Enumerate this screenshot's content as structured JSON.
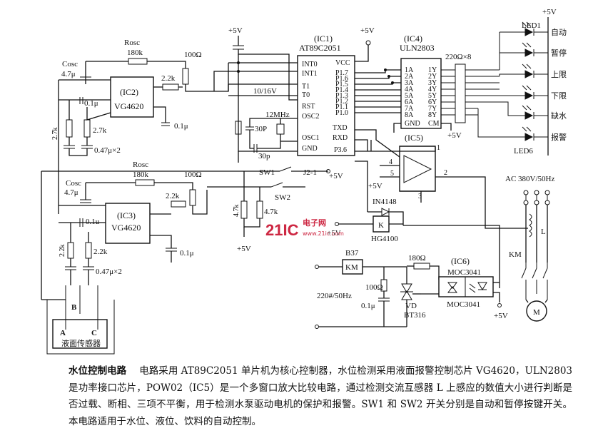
{
  "labels": {
    "vcc5_top": "+5V",
    "vcc5_ic1": "+5V",
    "vcc5_led": "+5V",
    "ic1_name": "(IC1)",
    "ic1_part": "AT89C2051",
    "ic4_name": "(IC4)",
    "ic4_part": "ULN2803",
    "res_array": "220Ω×8",
    "rosc1_name": "Rosc",
    "rosc1_val": "180k",
    "r100_1": "100Ω",
    "cosc1_name": "Cosc",
    "cosc1_val": "4.7μ",
    "ic2_name": "(IC2)",
    "ic2_part": "VG4620",
    "r22k_a": "2.2k",
    "c01_a": "0.1μ",
    "c01_b": "0.1μ",
    "r27k_a": "2.7k",
    "r27k_b": "2.7k",
    "c047_a": "0.47μ×2",
    "cap_10_16": "10/16V",
    "xtal": "12MHz",
    "c30p_a": "30P",
    "c30p_b": "30p",
    "ic1_pins_left": [
      "INT0",
      "INT1",
      "T1",
      "T0",
      "RST",
      "OSC2",
      "OSC1",
      "GND"
    ],
    "ic1_vcc": "VCC",
    "ic1_pins_right": [
      "P1.7",
      "P1.6",
      "P1.5",
      "P1.4",
      "P1.3",
      "P1.2",
      "P1.1",
      "P1.0",
      "TXD",
      "RXD",
      "P3.6"
    ],
    "ic4_in": [
      "1A",
      "2A",
      "3A",
      "4A",
      "5A",
      "6A",
      "7A",
      "8A",
      "GND"
    ],
    "ic4_out": [
      "1Y",
      "2Y",
      "3Y",
      "4Y",
      "5Y",
      "6Y",
      "7Y",
      "8Y",
      "CM"
    ],
    "led_top": "LED1",
    "led_bottom": "LED6",
    "led_funcs": [
      "自动",
      "暂停",
      "上限",
      "下限",
      "缺水",
      "报警"
    ],
    "ic5_name": "(IC5)",
    "ic5_pins": [
      "1",
      "2",
      "3",
      "4",
      "5"
    ],
    "vcc5_ic5a": "+5V",
    "vcc5_ic5b": "+5V",
    "rosc2_name": "Rosc",
    "rosc2_val": "180k",
    "r100_2": "100Ω",
    "sw1": "SW1",
    "j2": "J2-1",
    "vcc5_sw": "+5V",
    "sw2": "SW2",
    "cosc2_name": "Cosc",
    "cosc2_val": "4.7μ",
    "ic3_name": "(IC3)",
    "ic3_part": "VG4620",
    "r22k_b": "2.2k",
    "c01_c": "0.1u",
    "c01_d": "0.1μ",
    "r22k_c": "2.2k",
    "r22k_d": "2.2k",
    "c047_b": "0.47μ×2",
    "r47k_a": "4.7k",
    "r47k_b": "4.7k",
    "vcc5_bottom": "+5V",
    "vcc5_relay": "+5V",
    "diode": "IN4148",
    "relay_k": "K",
    "relay_part": "HG4100",
    "ac_supply": "AC 380V/50Hz",
    "coil_l": "L",
    "km_label": "KM",
    "motor": "M",
    "b37": "B37",
    "km_box": "KM",
    "r180": "180Ω",
    "ic6_name": "(IC6)",
    "ic6_part": "MOC3041",
    "ic6_part2": "MOC3041",
    "r100_3": "100Ω",
    "c01_e": "0.1μ",
    "vd": "VD",
    "bt316": "BT316",
    "ac220": "220#/50Hz",
    "vcc5_moc": "+5V",
    "sensor_b": "B",
    "sensor_a": "A",
    "sensor_c": "C",
    "sensor_name": "液面传感器",
    "watermark": "21IC",
    "watermark_cn": "电子网",
    "watermark_url": "www.21ic.com"
  },
  "caption": {
    "title": "水位控制电路",
    "body": "电路采用 AT89C2051 单片机为核心控制器，水位检测采用液面报警控制芯片 VG4620，ULN2803 是功率接口芯片，POW02（IC5）是一个多窗口放大比较电路，通过检测交流互感器 L 上感应的数值大小进行判断是否过载、断相、三项不平衡，用于检测水泵驱动电机的保护和报警。SW1 和 SW2 开关分别是自动和暂停按键开关。本电路适用于水位、液位、饮料的自动控制。"
  },
  "colors": {
    "ink": "#111111",
    "watermark": "#c8102e",
    "background": "#ffffff"
  }
}
